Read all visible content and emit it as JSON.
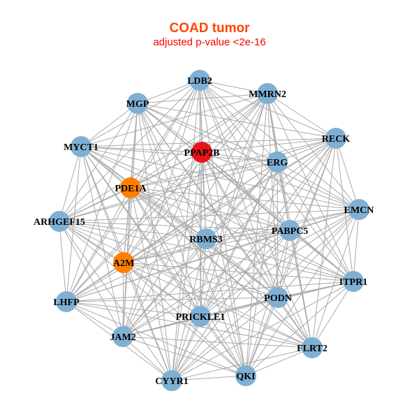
{
  "title": "COAD tumor",
  "subtitle": "adjusted p-value <2e-16",
  "colors": {
    "default": "#7fb0d4",
    "highlight_red": "#e8141c",
    "highlight_orange": "#ff8000",
    "edge": "#aaaaaa"
  },
  "nodes": [
    {
      "id": "LDB2",
      "group": "default"
    },
    {
      "id": "MMRN2",
      "group": "default"
    },
    {
      "id": "MGP",
      "group": "default"
    },
    {
      "id": "RECK",
      "group": "default"
    },
    {
      "id": "MYCT1",
      "group": "default"
    },
    {
      "id": "PPAP2B",
      "group": "highlight_red"
    },
    {
      "id": "ERG",
      "group": "default"
    },
    {
      "id": "PDE1A",
      "group": "highlight_orange"
    },
    {
      "id": "EMCN",
      "group": "default"
    },
    {
      "id": "ARHGEF15",
      "group": "default"
    },
    {
      "id": "PABPC5",
      "group": "default"
    },
    {
      "id": "RBMS3",
      "group": "default"
    },
    {
      "id": "A2M",
      "group": "highlight_orange"
    },
    {
      "id": "ITPR1",
      "group": "default"
    },
    {
      "id": "LHFP",
      "group": "default"
    },
    {
      "id": "PODN",
      "group": "default"
    },
    {
      "id": "PRICKLE1",
      "group": "default"
    },
    {
      "id": "JAM2",
      "group": "default"
    },
    {
      "id": "FLRT2",
      "group": "default"
    },
    {
      "id": "CYYR1",
      "group": "default"
    },
    {
      "id": "QKI",
      "group": "default"
    }
  ],
  "edges": "all-pairs"
}
